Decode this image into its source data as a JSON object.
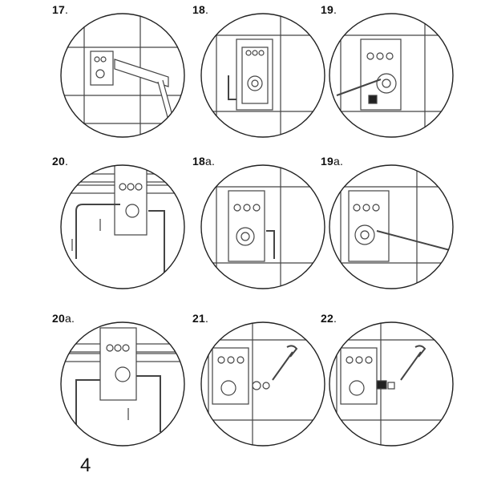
{
  "steps": [
    {
      "id": "17",
      "label": "17",
      "suffix": ".",
      "scene": "lever"
    },
    {
      "id": "18",
      "label": "18",
      "suffix": ".",
      "scene": "hex-key"
    },
    {
      "id": "19",
      "label": "19",
      "suffix": ".",
      "scene": "long-key"
    },
    {
      "id": "20",
      "label": "20",
      "suffix": ".",
      "scene": "piping"
    },
    {
      "id": "18a",
      "label": "18",
      "suffix": "a.",
      "scene": "hex-key"
    },
    {
      "id": "19a",
      "label": "19",
      "suffix": "a.",
      "scene": "long-key"
    },
    {
      "id": "20a",
      "label": "20",
      "suffix": "a.",
      "scene": "piping"
    },
    {
      "id": "21",
      "label": "21",
      "suffix": ".",
      "scene": "wrench"
    },
    {
      "id": "22",
      "label": "22",
      "suffix": ".",
      "scene": "wrench"
    }
  ],
  "page_number": "4",
  "colors": {
    "line": "#222222",
    "tile": "#555555",
    "background": "#ffffff"
  }
}
